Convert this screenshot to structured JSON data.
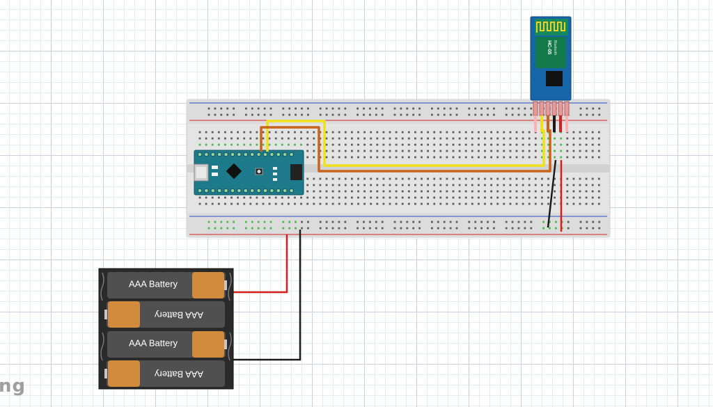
{
  "watermark": "ng",
  "bluetooth_module": {
    "model": "HC-05",
    "subtitle": "Bluetooth"
  },
  "battery_pack": {
    "cells": [
      "AAA Battery",
      "AAA Battery",
      "AAA Battery",
      "AAA Battery"
    ]
  },
  "colors": {
    "board_teal": "#1d7a8a",
    "module_blue": "#1565a8",
    "wire_red": "#d91e1e",
    "wire_black": "#1a1a1a",
    "wire_yellow": "#f0e21a",
    "wire_orange": "#c8651b",
    "rail_red": "#d84a4a",
    "rail_blue": "#4a68c8",
    "hole_active": "#4cb84c"
  }
}
